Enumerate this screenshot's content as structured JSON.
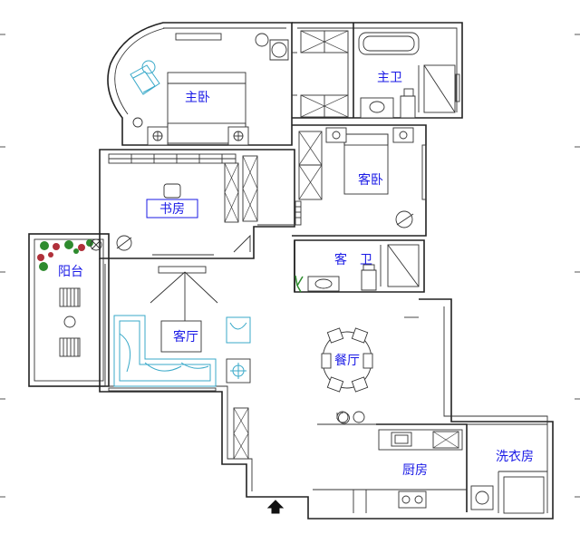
{
  "rooms": {
    "master_bedroom": "主卧",
    "master_bath": "主卫",
    "guest_bedroom": "客卧",
    "study": "书房",
    "balcony": "阳台",
    "guest_bath_left": "客",
    "guest_bath_right": "卫",
    "living_room": "客厅",
    "dining_room": "餐厅",
    "kitchen": "厨房",
    "laundry": "洗衣房"
  },
  "colors": {
    "wall": "#222222",
    "label": "#1a1ae6",
    "accent": "#39a9c9",
    "plant": "#2e8b2e",
    "flower": "#b0303a"
  },
  "icons": {
    "entrance": "entrance-arrow-icon",
    "plants": "plant-cluster-icon"
  }
}
